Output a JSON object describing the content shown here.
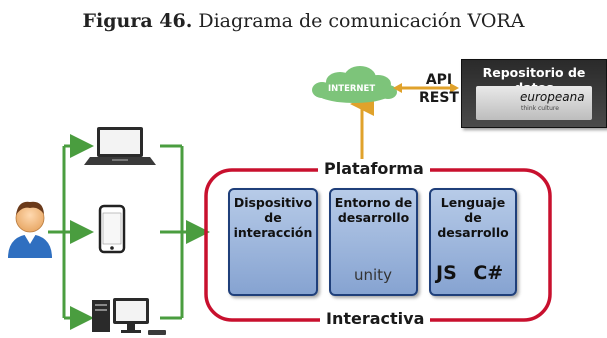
{
  "caption": {
    "prefix": "Figura 46.",
    "text": "Diagrama de comunicación VORA"
  },
  "platform": {
    "title": "Plataforma",
    "bottom_label": "Interactiva",
    "border_color": "#c8102e"
  },
  "modules": [
    {
      "label": "Dispositivo\nde\ninteracción",
      "icon": "vr-controller-icon"
    },
    {
      "label": "Entorno de\ndesarrollo",
      "icon": "unity-icon",
      "logo_text": "unity"
    },
    {
      "label": "Lenguaje\nde\ndesarrollo",
      "icon": "code-icon",
      "logo_text": "JS C#"
    }
  ],
  "cloud": {
    "label": "INTERNET",
    "color": "#7dc47a"
  },
  "api": {
    "line1": "API",
    "line2": "REST"
  },
  "repository": {
    "title": "Repositorio de datos",
    "logo_name": "europeana",
    "logo_tagline": "think culture"
  },
  "devices": [
    "laptop-icon",
    "smartphone-icon",
    "desktop-computer-icon"
  ],
  "user": {
    "icon": "user-icon"
  },
  "colors": {
    "green_connector": "#4a9d3f",
    "orange_arrow": "#e0a22b",
    "module_fill": "#9bb5de",
    "module_border": "#1f3f7a"
  }
}
